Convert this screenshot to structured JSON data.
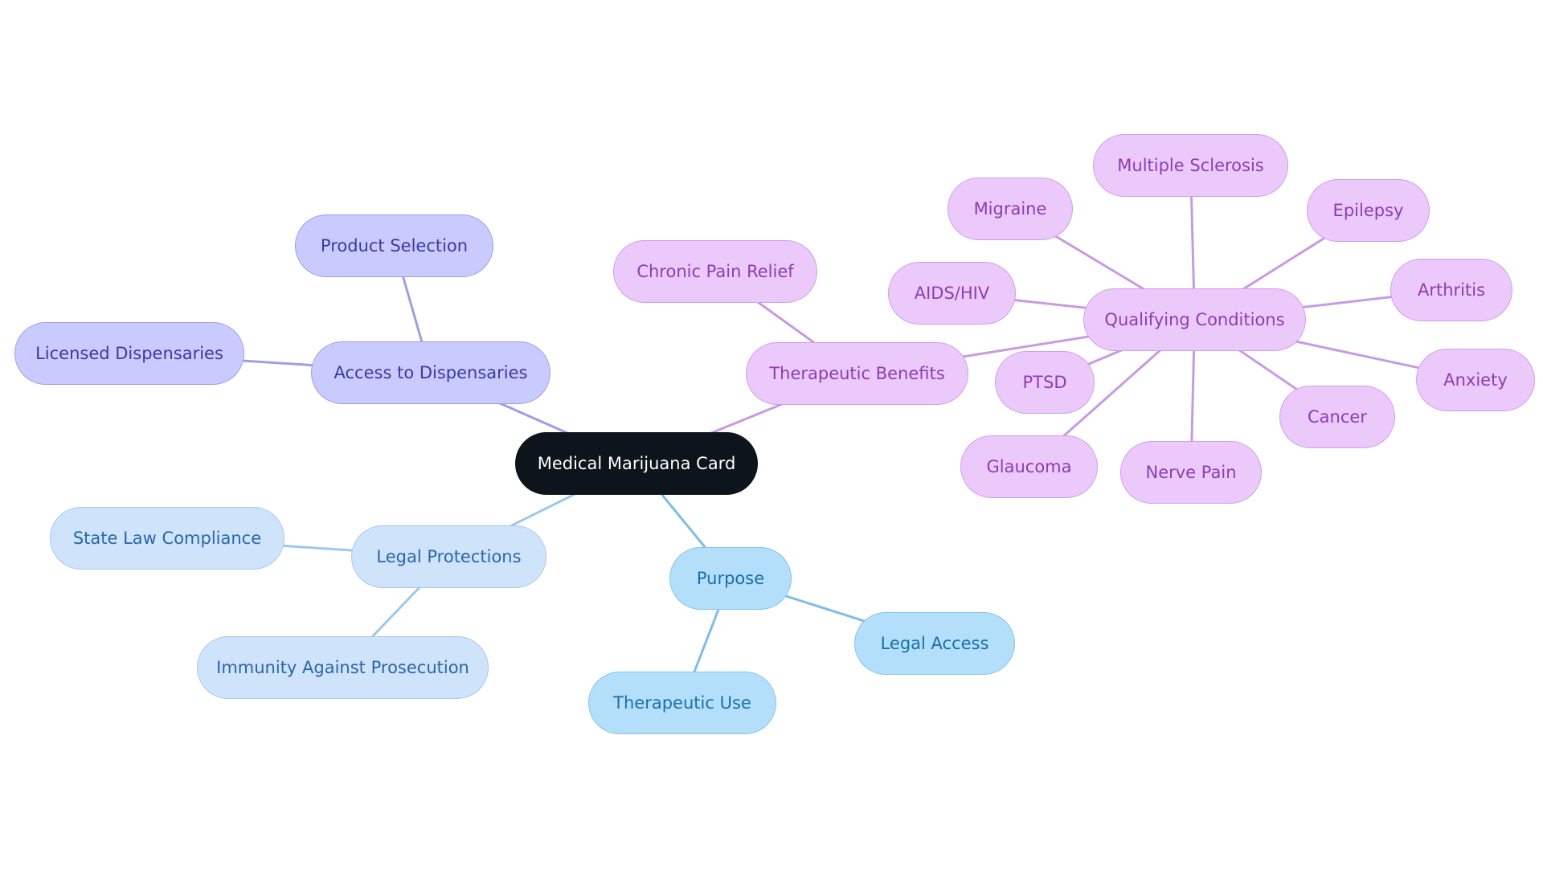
{
  "diagram": {
    "type": "mindmap",
    "colors": {
      "root_bg": "#0d141b",
      "indigo_bg": "#c9cafd",
      "indigo_line": "#9d9fe6",
      "purple_bg": "#ebc9fb",
      "purple_line": "#c89be0",
      "lightblue_bg": "#cfe3fb",
      "lightblue_line": "#9ec7e8",
      "skyblue_bg": "#b3dffb",
      "skyblue_line": "#7fbde4"
    },
    "root": {
      "id": "root",
      "label": "Medical Marijuana Card",
      "style": "root"
    },
    "nodes": [
      {
        "id": "access",
        "label": "Access to Dispensaries",
        "style": "indigo",
        "parent": "root"
      },
      {
        "id": "product",
        "label": "Product Selection",
        "style": "indigo",
        "parent": "access"
      },
      {
        "id": "licensed",
        "label": "Licensed Dispensaries",
        "style": "indigo",
        "parent": "access"
      },
      {
        "id": "therapeutic_benefits",
        "label": "Therapeutic Benefits",
        "style": "purple",
        "parent": "root"
      },
      {
        "id": "chronic",
        "label": "Chronic Pain Relief",
        "style": "purple",
        "parent": "therapeutic_benefits"
      },
      {
        "id": "qualifying",
        "label": "Qualifying Conditions",
        "style": "purple",
        "parent": "therapeutic_benefits"
      },
      {
        "id": "ms",
        "label": "Multiple Sclerosis",
        "style": "purple",
        "parent": "qualifying"
      },
      {
        "id": "migraine",
        "label": "Migraine",
        "style": "purple",
        "parent": "qualifying"
      },
      {
        "id": "epilepsy",
        "label": "Epilepsy",
        "style": "purple",
        "parent": "qualifying"
      },
      {
        "id": "aids",
        "label": "AIDS/HIV",
        "style": "purple",
        "parent": "qualifying"
      },
      {
        "id": "arthritis",
        "label": "Arthritis",
        "style": "purple",
        "parent": "qualifying"
      },
      {
        "id": "ptsd",
        "label": "PTSD",
        "style": "purple",
        "parent": "qualifying"
      },
      {
        "id": "anxiety",
        "label": "Anxiety",
        "style": "purple",
        "parent": "qualifying"
      },
      {
        "id": "cancer",
        "label": "Cancer",
        "style": "purple",
        "parent": "qualifying"
      },
      {
        "id": "glaucoma",
        "label": "Glaucoma",
        "style": "purple",
        "parent": "qualifying"
      },
      {
        "id": "nerve",
        "label": "Nerve Pain",
        "style": "purple",
        "parent": "qualifying"
      },
      {
        "id": "legal_protections",
        "label": "Legal Protections",
        "style": "lightblue",
        "parent": "root"
      },
      {
        "id": "state_law",
        "label": "State Law Compliance",
        "style": "lightblue",
        "parent": "legal_protections"
      },
      {
        "id": "immunity",
        "label": "Immunity Against Prosecution",
        "style": "lightblue",
        "parent": "legal_protections"
      },
      {
        "id": "purpose",
        "label": "Purpose",
        "style": "skyblue",
        "parent": "root"
      },
      {
        "id": "legal_access",
        "label": "Legal Access",
        "style": "skyblue",
        "parent": "purpose"
      },
      {
        "id": "therapeutic_use",
        "label": "Therapeutic Use",
        "style": "skyblue",
        "parent": "purpose"
      }
    ]
  }
}
